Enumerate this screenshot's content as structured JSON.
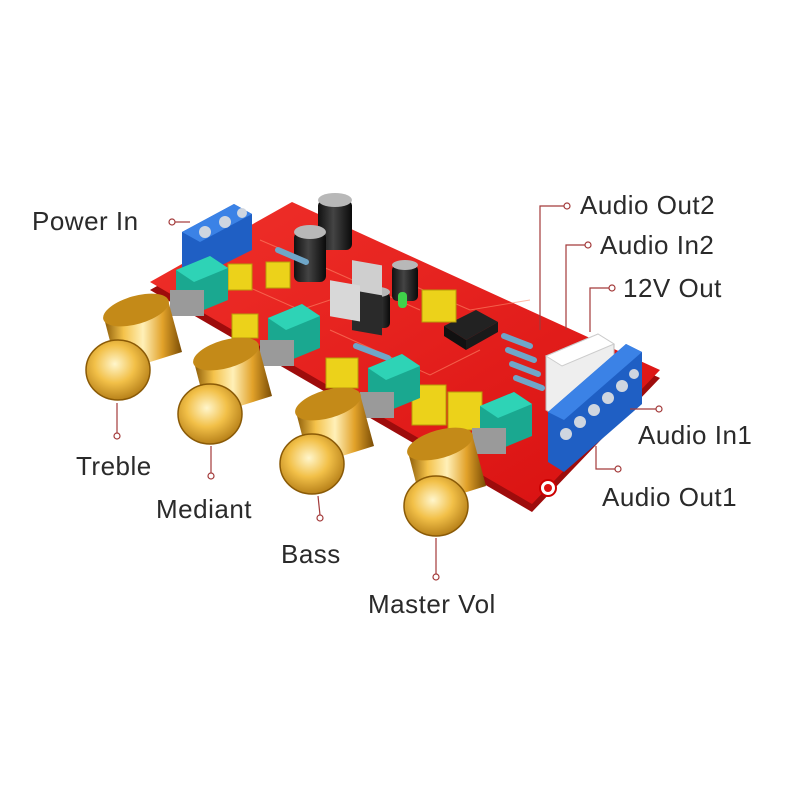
{
  "labels": {
    "power_in": "Power In",
    "audio_out2": "Audio Out2",
    "audio_in2": "Audio In2",
    "v12_out": "12V Out",
    "audio_in1": "Audio In1",
    "audio_out1": "Audio Out1",
    "treble": "Treble",
    "mediant": "Mediant",
    "bass": "Bass",
    "master_vol": "Master Vol"
  },
  "colors": {
    "pcb": "#e01a1a",
    "pcb_edge": "#9e0c0c",
    "knob_gold": "#e0a020",
    "terminal_blue": "#1f5fc4",
    "pot_green": "#1aa890",
    "capacitor_yellow": "#ecd21a",
    "callout_line": "#a33a3a"
  }
}
